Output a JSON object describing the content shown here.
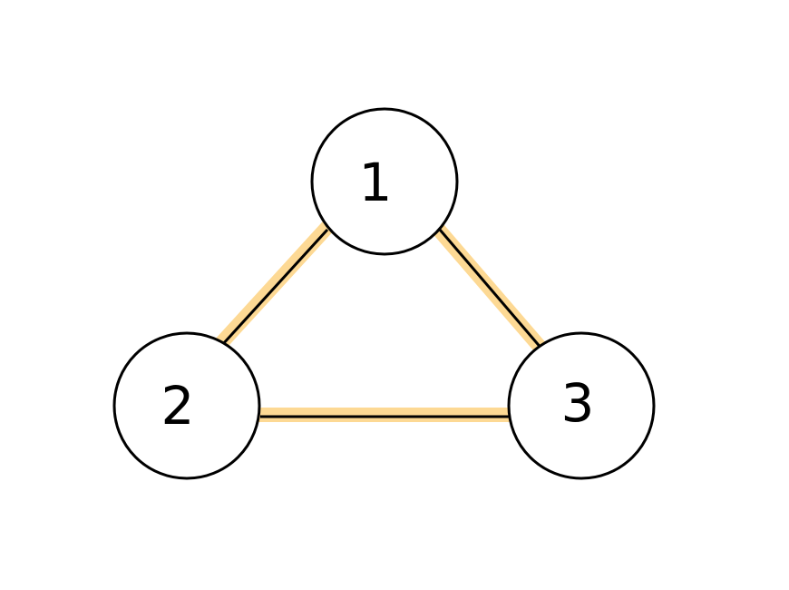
{
  "nodes": [
    {
      "id": "1",
      "label": "1"
    },
    {
      "id": "2",
      "label": "2"
    },
    {
      "id": "3",
      "label": "3"
    }
  ],
  "edges": [
    {
      "from": "1",
      "to": "2",
      "highlighted": true
    },
    {
      "from": "1",
      "to": "3",
      "highlighted": true
    },
    {
      "from": "2",
      "to": "3",
      "highlighted": true
    }
  ],
  "colors": {
    "edge": "#000000",
    "highlight": "#fdd994",
    "node_stroke": "#000000",
    "node_fill": "#ffffff"
  }
}
